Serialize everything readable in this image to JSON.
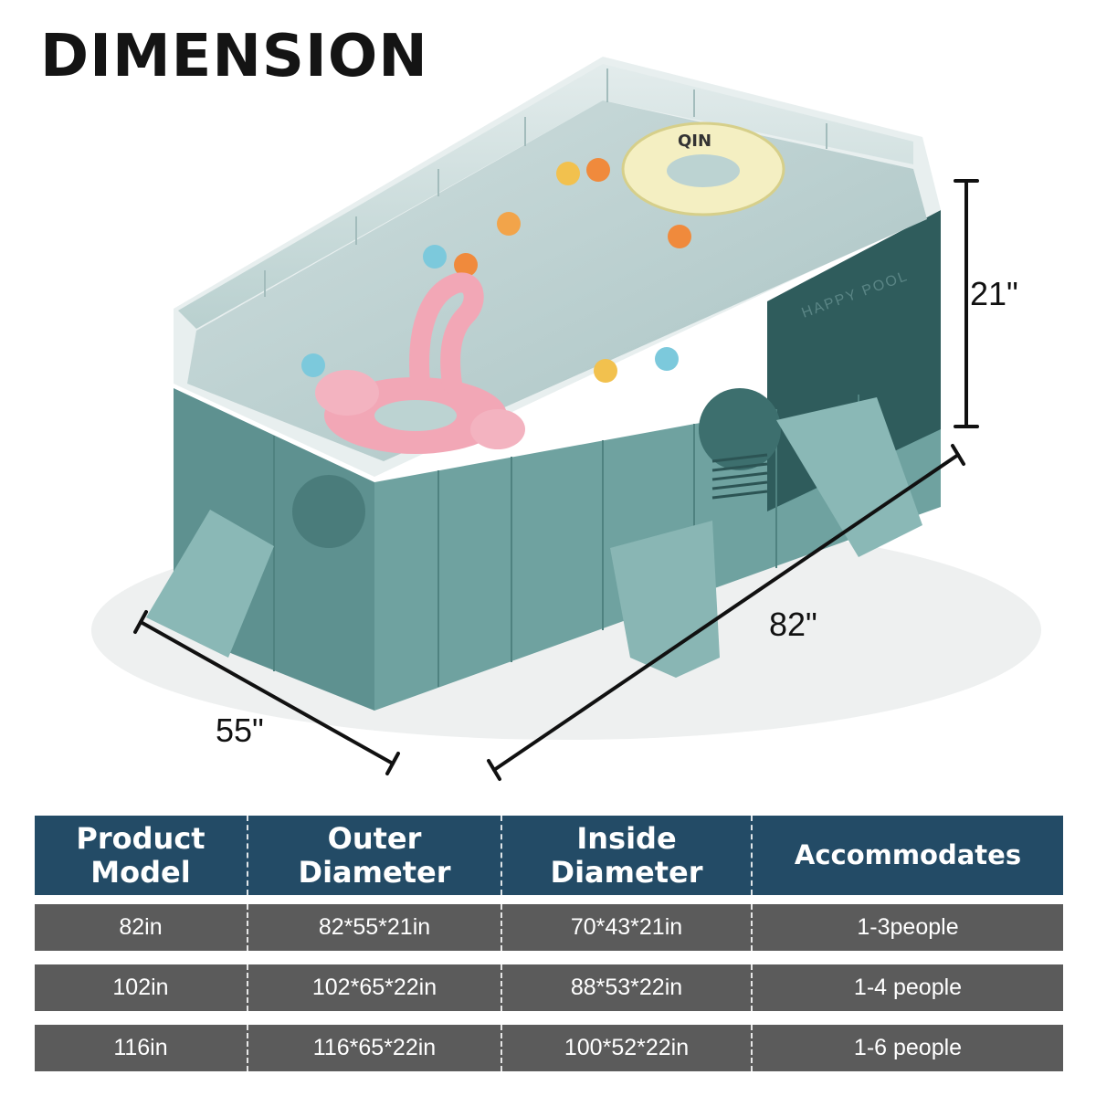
{
  "heading": "DIMENSION",
  "pool": {
    "brand_mark": "HAPPY POOL",
    "float_text": "QIN",
    "dimensions": {
      "height": "21\"",
      "length": "82\"",
      "width": "55\""
    }
  },
  "colors": {
    "header_bg": "#234b66",
    "row_bg": "#5b5b5b",
    "pool_wall": "#6b9c9a",
    "pool_wall_dark": "#2f5c5c"
  },
  "table": {
    "headers": [
      {
        "line1": "Product",
        "line2": "Model"
      },
      {
        "line1": "Outer",
        "line2": "Diameter"
      },
      {
        "line1": "Inside",
        "line2": "Diameter"
      },
      {
        "line1": "Accommodates",
        "line2": ""
      }
    ],
    "rows": [
      [
        "82in",
        "82*55*21in",
        "70*43*21in",
        "1-3people"
      ],
      [
        "102in",
        "102*65*22in",
        "88*53*22in",
        "1-4 people"
      ],
      [
        "116in",
        "116*65*22in",
        "100*52*22in",
        "1-6 people"
      ]
    ]
  }
}
